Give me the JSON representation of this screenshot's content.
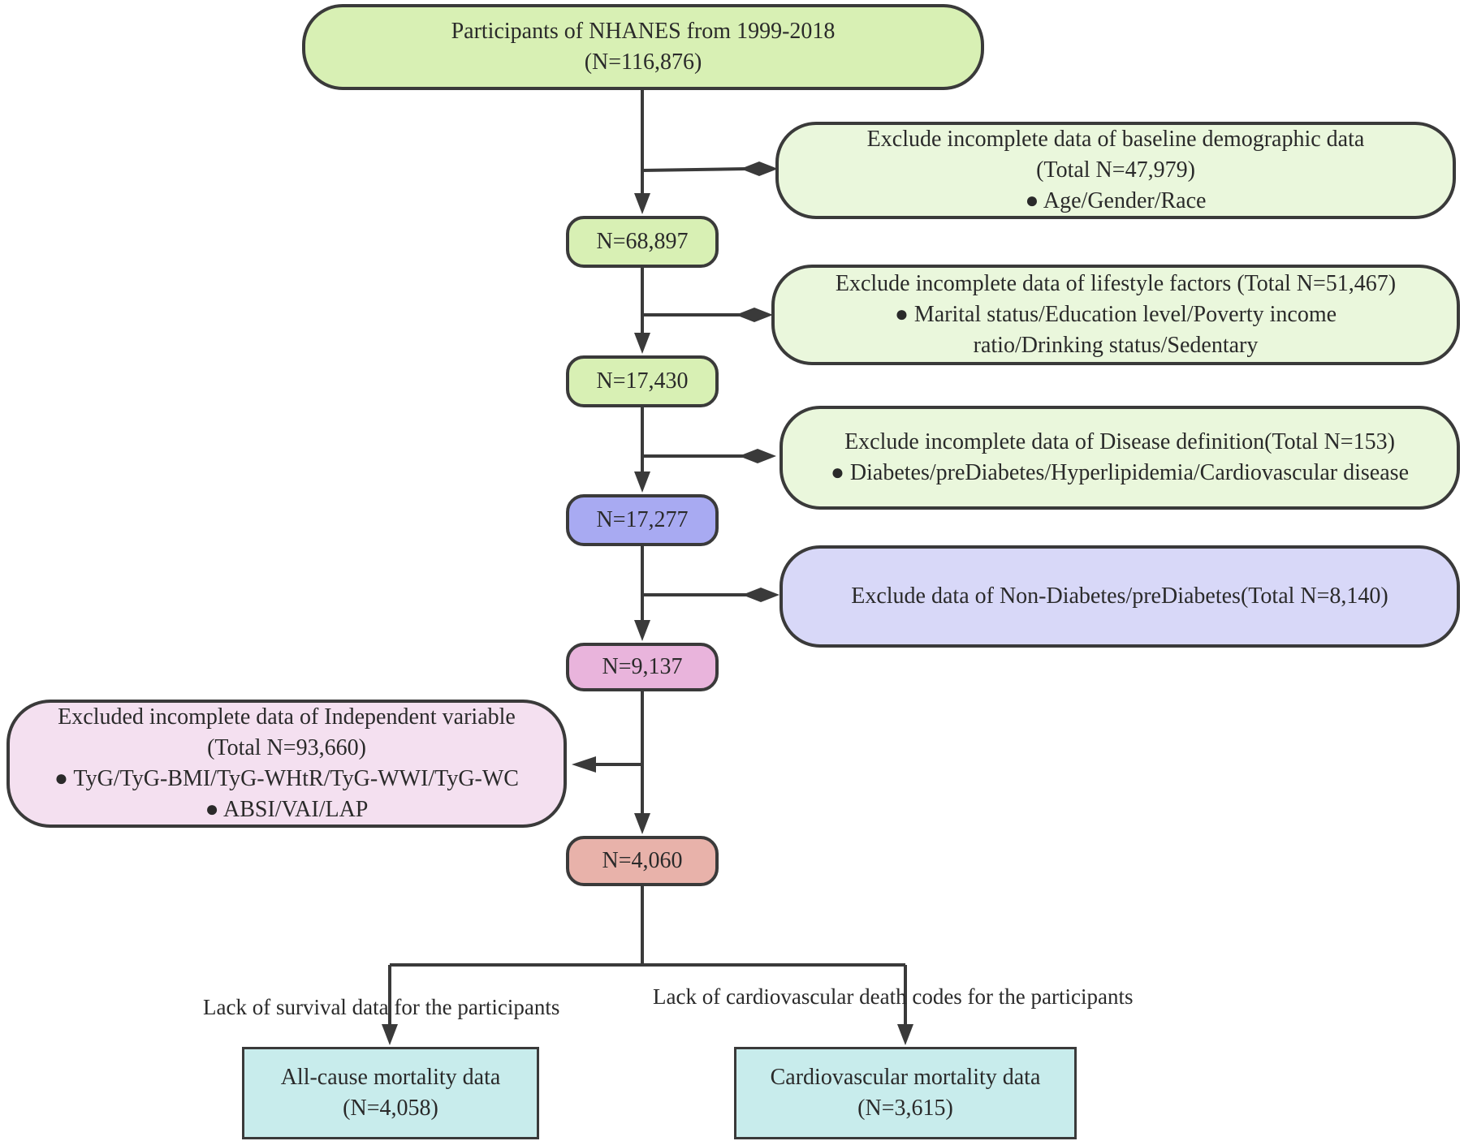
{
  "nodes": {
    "start": {
      "line1": "Participants of NHANES from 1999-2018",
      "line2": "(N=116,876)"
    },
    "excl_demographic": {
      "line1": "Exclude incomplete data of baseline demographic data",
      "line2": "(Total N=47,979)",
      "bullet1": "● Age/Gender/Race"
    },
    "n1": {
      "label": "N=68,897"
    },
    "excl_lifestyle": {
      "line1": "Exclude incomplete data of lifestyle factors (Total N=51,467)",
      "bullet1": "● Marital status/Education level/Poverty income",
      "bullet1_cont": "ratio/Drinking status/Sedentary"
    },
    "n2": {
      "label": "N=17,430"
    },
    "excl_disease": {
      "line1": "Exclude incomplete data of Disease definition(Total N=153)",
      "bullet1": "● Diabetes/preDiabetes/Hyperlipidemia/Cardiovascular disease"
    },
    "n3": {
      "label": "N=17,277"
    },
    "excl_nondiabetes": {
      "line1": "Exclude data of Non-Diabetes/preDiabetes(Total N=8,140)"
    },
    "n4": {
      "label": "N=9,137"
    },
    "excl_independent": {
      "line1": "Excluded incomplete data of Independent variable",
      "line2": "(Total N=93,660)",
      "bullet1": "● TyG/TyG-BMI/TyG-WHtR/TyG-WWI/TyG-WC",
      "bullet2": "● ABSI/VAI/LAP"
    },
    "n5": {
      "label": "N=4,060"
    },
    "allcause": {
      "line1": "All-cause mortality data",
      "line2": "(N=4,058)"
    },
    "cardio": {
      "line1": "Cardiovascular mortality data",
      "line2": "(N=3,615)"
    }
  },
  "edge_labels": {
    "left": "Lack of survival data for the participants",
    "right": "Lack of cardiovascular death codes for the participants"
  },
  "colors": {
    "line": "#3a3a3a",
    "green_strong": "#d8f0b4",
    "green_soft": "#eaf7dc",
    "blue_strong": "#a8aaf2",
    "blue_soft": "#d8d8f8",
    "pink_strong": "#e9b4dc",
    "pink_soft": "#f4e0f0",
    "salmon": "#e8b2aa",
    "teal": "#c8ecec"
  }
}
